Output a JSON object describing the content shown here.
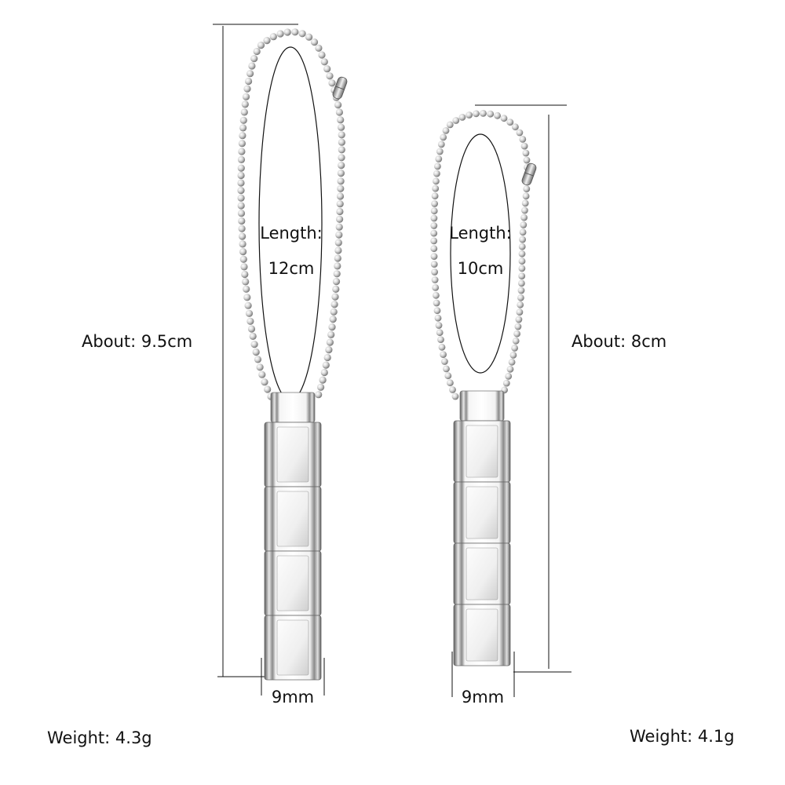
{
  "products": [
    {
      "id": "left",
      "height_label": "About: 9.5cm",
      "length_title": "Length:",
      "length_value": "12cm",
      "width_label": "9mm",
      "weight_label": "Weight: 4.3g",
      "links": 4
    },
    {
      "id": "right",
      "height_label": "About: 8cm",
      "length_title": "Length:",
      "length_value": "10cm",
      "width_label": "9mm",
      "weight_label": "Weight: 4.1g",
      "links": 4
    }
  ],
  "colors": {
    "background": "#ffffff",
    "line": "#111111",
    "metal_light": "#f4f4f4",
    "metal_mid": "#cfcfcf",
    "metal_dark": "#7a7a7a"
  }
}
